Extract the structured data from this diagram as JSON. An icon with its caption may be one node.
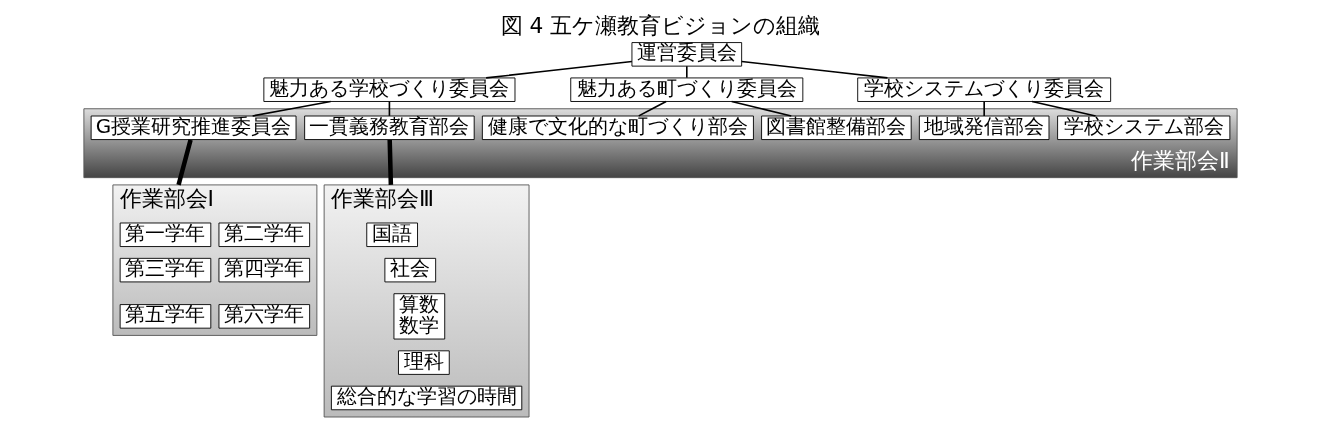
{
  "diagram": {
    "title": "図 4 五ケ瀬教育ビジョンの組織",
    "nodes": [
      {
        "text": [
          "運営委員会"
        ]
      },
      {
        "text": [
          "魅力ある学校づくり委員会"
        ]
      },
      {
        "text": [
          "魅力ある町づくり委員会"
        ]
      },
      {
        "text": [
          "学校システムづくり委員会"
        ]
      },
      {
        "text": [
          "作業部会Ⅱ"
        ]
      },
      {
        "text": [
          "G授業研究推進委員会"
        ],
        "in": 4
      },
      {
        "text": [
          "一貫義務教育部会"
        ],
        "in": 4
      },
      {
        "text": [
          "図書館整備部会"
        ],
        "in": 4
      },
      {
        "text": [
          "健康で文化的な町づくり部会"
        ],
        "in": 4
      },
      {
        "text": [
          "学校システム部会"
        ],
        "in": 4
      },
      {
        "text": [
          "地域発信部会"
        ],
        "in": 4
      },
      {
        "text": [
          "作業部会Ⅰ"
        ]
      },
      {
        "text": [
          "第一学年"
        ],
        "in": 11
      },
      {
        "text": [
          "第二学年"
        ],
        "in": 11
      },
      {
        "text": [
          "第三学年"
        ],
        "in": 11
      },
      {
        "text": [
          "第四学年"
        ],
        "in": 11
      },
      {
        "text": [
          "第五学年"
        ],
        "in": 11
      },
      {
        "text": [
          "第六学年"
        ],
        "in": 11
      },
      {
        "text": [
          "作業部会Ⅲ"
        ]
      },
      {
        "text": [
          "国語"
        ],
        "in": 18
      },
      {
        "text": [
          "社会"
        ],
        "in": 18
      },
      {
        "text": [
          "算数",
          "数学"
        ],
        "in": 18
      },
      {
        "text": [
          "理科"
        ],
        "in": 18
      },
      {
        "text": [
          "総合的な学習の時間"
        ],
        "in": 18
      }
    ],
    "edges": [
      {
        "from": 0,
        "to": 1,
        "arrow": "none"
      },
      {
        "from": 0,
        "to": 2,
        "arrow": "none"
      },
      {
        "from": 0,
        "to": 3,
        "arrow": "none"
      },
      {
        "from": 1,
        "to": 5,
        "arrow": "none"
      },
      {
        "from": 1,
        "to": 6,
        "arrow": "none"
      },
      {
        "from": 2,
        "to": 7,
        "arrow": "none"
      },
      {
        "from": 2,
        "to": 8,
        "arrow": "none"
      },
      {
        "from": 3,
        "to": 9,
        "arrow": "none"
      },
      {
        "from": 3,
        "to": 10,
        "arrow": "none"
      },
      {
        "from": 5,
        "to": 11,
        "arrow": "none",
        "style": "thick"
      },
      {
        "from": 6,
        "to": 18,
        "arrow": "none",
        "style": "thick"
      }
    ]
  }
}
